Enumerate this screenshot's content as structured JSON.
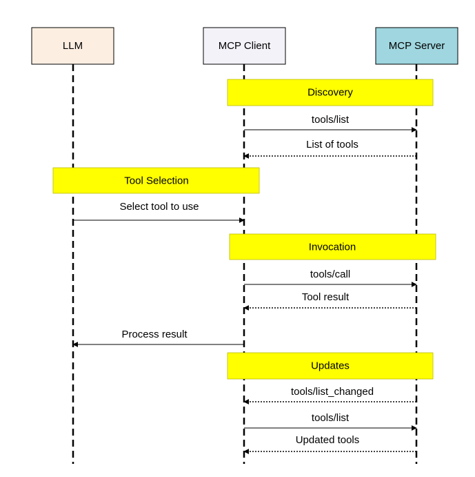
{
  "participants": [
    {
      "id": "llm",
      "label": "LLM",
      "fill": "#fdeee2"
    },
    {
      "id": "client",
      "label": "MCP Client",
      "fill": "#f3f2f9"
    },
    {
      "id": "server",
      "label": "MCP Server",
      "fill": "#9fd6df"
    }
  ],
  "phases": [
    {
      "id": "discovery",
      "label": "Discovery"
    },
    {
      "id": "tool-selection",
      "label": "Tool Selection"
    },
    {
      "id": "invocation",
      "label": "Invocation"
    },
    {
      "id": "updates",
      "label": "Updates"
    }
  ],
  "messages": [
    {
      "id": "tools-list-1",
      "label": "tools/list",
      "from": "client",
      "to": "server",
      "style": "solid"
    },
    {
      "id": "list-of-tools",
      "label": "List of tools",
      "from": "server",
      "to": "client",
      "style": "dashed"
    },
    {
      "id": "select-tool",
      "label": "Select tool to use",
      "from": "llm",
      "to": "client",
      "style": "solid"
    },
    {
      "id": "tools-call",
      "label": "tools/call",
      "from": "client",
      "to": "server",
      "style": "solid"
    },
    {
      "id": "tool-result",
      "label": "Tool result",
      "from": "server",
      "to": "client",
      "style": "dashed"
    },
    {
      "id": "process-result",
      "label": "Process result",
      "from": "client",
      "to": "llm",
      "style": "solid"
    },
    {
      "id": "tools-list-changed",
      "label": "tools/list_changed",
      "from": "server",
      "to": "client",
      "style": "dashed"
    },
    {
      "id": "tools-list-2",
      "label": "tools/list",
      "from": "client",
      "to": "server",
      "style": "solid"
    },
    {
      "id": "updated-tools",
      "label": "Updated tools",
      "from": "server",
      "to": "client",
      "style": "dashed"
    }
  ]
}
